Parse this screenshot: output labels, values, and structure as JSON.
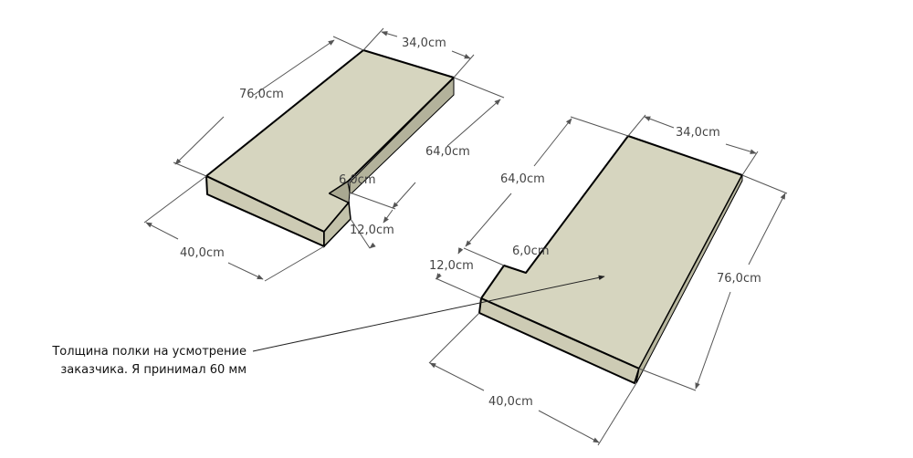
{
  "diagram": {
    "type": "3d-dimensioned-sketch",
    "colors": {
      "top_face": "#d6d5bf",
      "side_face": "#c7c6ae",
      "dark_side": "#a9a891",
      "edge": "#000000",
      "dim_line": "#555555",
      "label": "#444444"
    },
    "left_shelf": {
      "dimensions": {
        "length_left": "76,0cm",
        "width_top": "34,0cm",
        "length_right": "64,0cm",
        "notch_depth": "6,0cm",
        "notch_width": "12,0cm",
        "width_bottom": "40,0cm"
      }
    },
    "right_shelf": {
      "dimensions": {
        "width_top": "34,0cm",
        "length_left": "64,0cm",
        "notch_depth": "6,0cm",
        "notch_width": "12,0cm",
        "length_right": "76,0cm",
        "width_bottom": "40,0cm"
      }
    },
    "annotation": {
      "line1": "Толщина полки на усмотрение",
      "line2": "заказчика. Я принимал 60 мм"
    }
  }
}
